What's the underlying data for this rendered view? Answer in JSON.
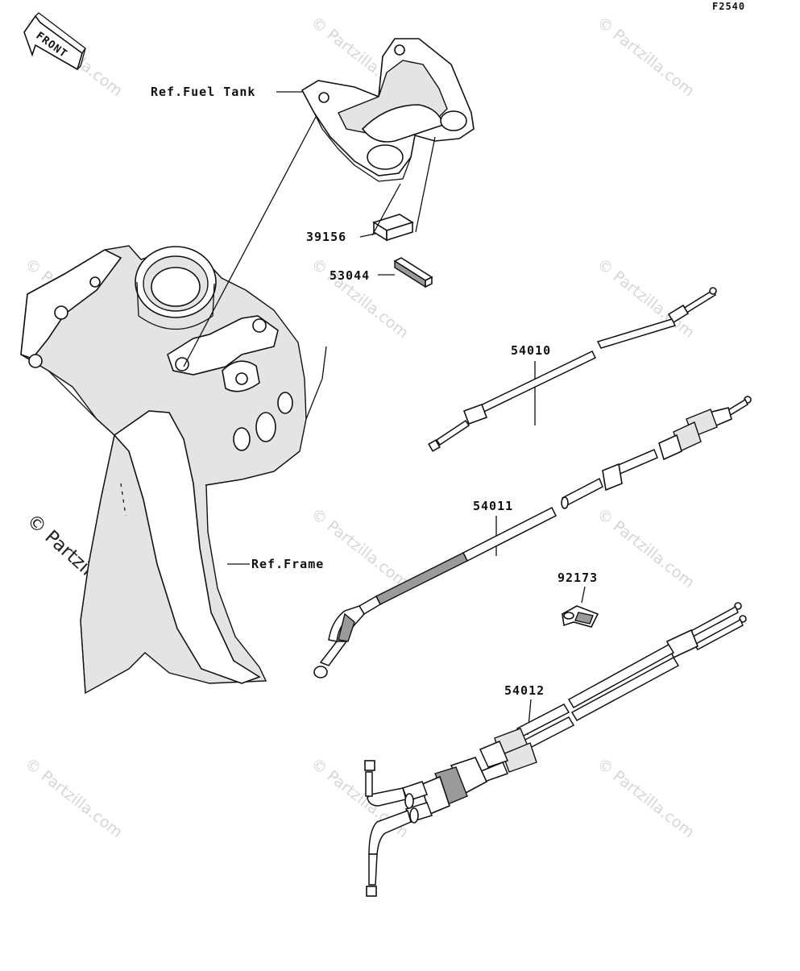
{
  "diagram": {
    "code": "F2540",
    "front_label": "FRONT",
    "watermark": "© Partzilla.com",
    "labels": [
      {
        "id": "ref-fuel-tank",
        "text": "Ref.Fuel Tank"
      },
      {
        "id": "part-39156",
        "text": "39156"
      },
      {
        "id": "part-53044",
        "text": "53044"
      },
      {
        "id": "part-54010",
        "text": "54010"
      },
      {
        "id": "part-54011",
        "text": "54011"
      },
      {
        "id": "ref-frame",
        "text": "Ref.Frame"
      },
      {
        "id": "part-92173",
        "text": "92173"
      },
      {
        "id": "part-54012",
        "text": "54012"
      }
    ]
  }
}
